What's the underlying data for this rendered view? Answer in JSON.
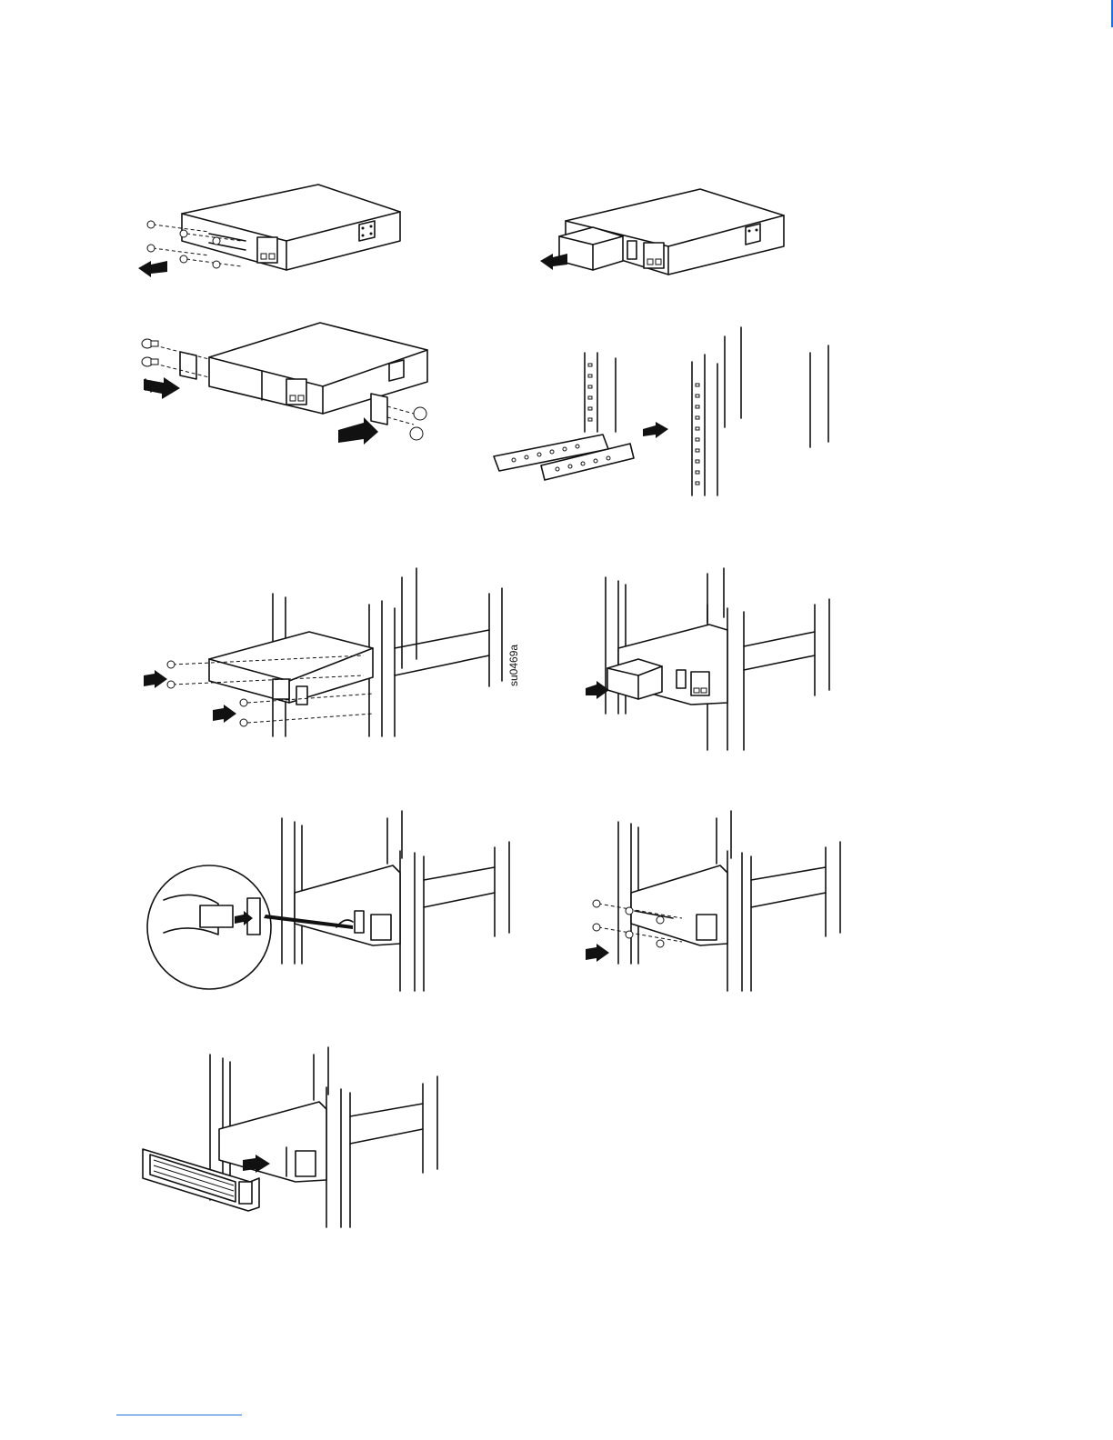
{
  "figure": {
    "drawing_code": "su0469a"
  },
  "panels": [
    {
      "id": "step-1",
      "action": "remove-front-screws-and-bezel"
    },
    {
      "id": "step-2",
      "action": "pull-out-battery"
    },
    {
      "id": "step-3",
      "action": "attach-rack-ears"
    },
    {
      "id": "step-4",
      "action": "install-rails-in-rack"
    },
    {
      "id": "step-5",
      "action": "slide-ups-into-rack"
    },
    {
      "id": "step-6",
      "action": "insert-battery"
    },
    {
      "id": "step-7",
      "action": "connect-battery-connector"
    },
    {
      "id": "step-8",
      "action": "reinstall-battery-bracket-screws"
    },
    {
      "id": "step-9",
      "action": "attach-front-bezel"
    }
  ]
}
